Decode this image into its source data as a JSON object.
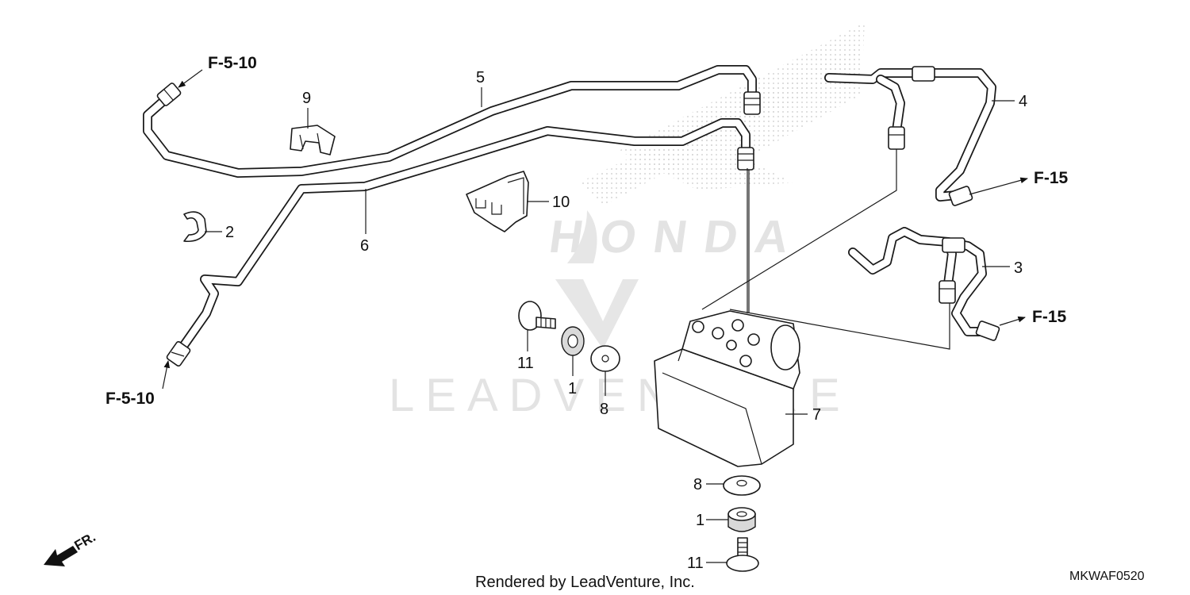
{
  "watermark": {
    "brand_text": "LEADVENTURE",
    "honda_text": "HONDA"
  },
  "callouts": {
    "p1a": "1",
    "p1b": "1",
    "p2": "2",
    "p3": "3",
    "p4": "4",
    "p5": "5",
    "p6": "6",
    "p7": "7",
    "p8a": "8",
    "p8b": "8",
    "p9": "9",
    "p10": "10",
    "p11a": "11",
    "p11b": "11"
  },
  "references": {
    "r_top_left": "F-5-10",
    "r_bottom_left": "F-5-10",
    "r_right_upper": "F-15",
    "r_right_lower": "F-15"
  },
  "front_label": "FR.",
  "footer": {
    "rendered_by": "Rendered by LeadVenture, Inc.",
    "diagram_code": "MKWAF0520"
  }
}
